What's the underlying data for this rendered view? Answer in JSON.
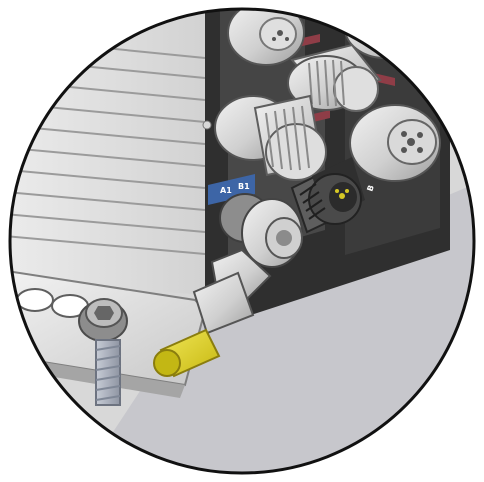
{
  "illustration": {
    "module_labels": {
      "port_a": "A1",
      "port_b": "B1",
      "port_c": "B"
    }
  },
  "palette": {
    "background": "#ffffff",
    "circle_border": "#111111",
    "sheet_metal": "#e7e7e7",
    "sheet_metal_dark": "#bdbdbd",
    "housing_panel": "#2f2f2f",
    "connector_silver": "#d9d9d9",
    "connector_dark": "#6f6f6f",
    "screw_grey": "#a8aebc",
    "accent_red": "#8f3d47",
    "accent_blue": "#3d65a6",
    "yellow_tip": "#d6c825"
  }
}
